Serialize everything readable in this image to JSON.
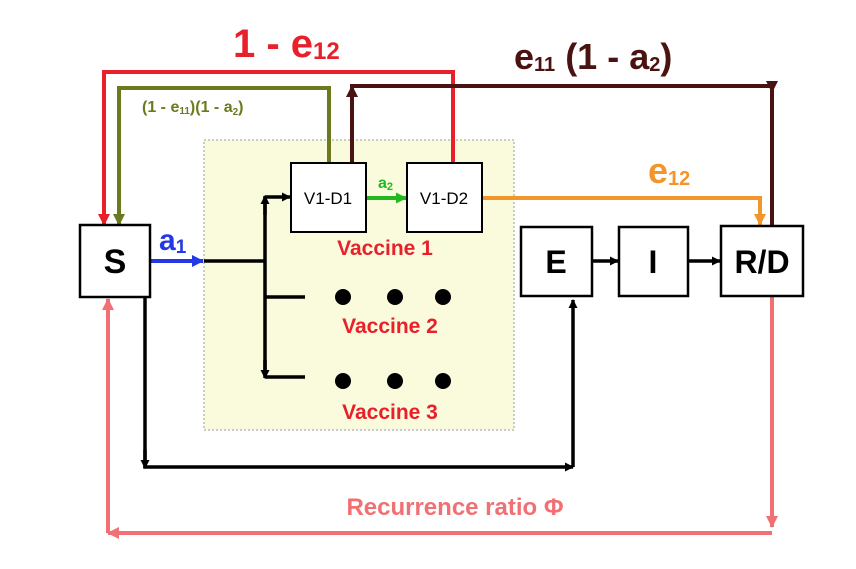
{
  "nodes": {
    "s": "S",
    "v1d1": "V1-D1",
    "v1d2": "V1-D2",
    "e": "E",
    "i": "I",
    "rd": "R/D"
  },
  "vaccines": {
    "v1": "Vaccine 1",
    "v2": "Vaccine 2",
    "v3": "Vaccine 3"
  },
  "rates": {
    "a1_base": "a",
    "a1_sub": "1",
    "a2_base": "a",
    "a2_sub": "2",
    "one_minus_e12_prefix": "1 - e",
    "one_minus_e12_sub": "12",
    "e11_base": "e",
    "e11_sub": "11",
    "e11_tail_prefix": " (1 - a",
    "e11_tail_sub": "2",
    "e11_tail_close": ")",
    "olive_part1": "(1 - e",
    "olive_sub1": "11",
    "olive_part2": ")(1 - a",
    "olive_sub2": "2",
    "olive_part3": ")",
    "e12_base": "e",
    "e12_sub": "12"
  },
  "recurrence_label": "Recurrence ratio Φ",
  "colors": {
    "black": "#000000",
    "red": "#e8202a",
    "dark_brown": "#4a1210",
    "olive": "#6b7a1e",
    "orange": "#f2952b",
    "green": "#22b822",
    "blue": "#2339e6",
    "pink": "#f07074",
    "vaccine_bg": "#fafadc",
    "vaccine_label": "#e8202a"
  }
}
